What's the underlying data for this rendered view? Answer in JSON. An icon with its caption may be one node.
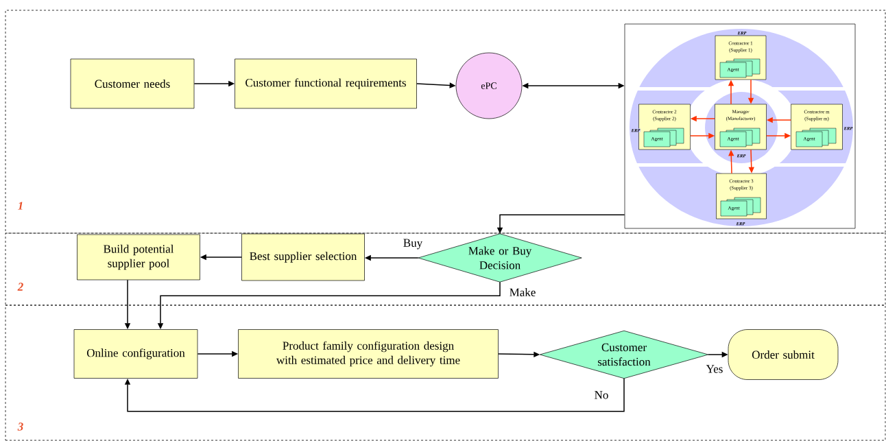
{
  "diagram": {
    "nodes": [
      {
        "text": [
          "1"
        ]
      },
      {
        "text": [
          "Customer needs"
        ],
        "in": 0
      },
      {
        "text": [
          "Customer functional requirements"
        ],
        "in": 0
      },
      {
        "text": [
          "ePC"
        ],
        "in": 0
      },
      {
        "text": [],
        "shape": "box",
        "in": 0
      },
      {
        "text": [
          "Contractor 1",
          "(Supplier 1)"
        ],
        "in": 4
      },
      {
        "text": [
          "Agent"
        ],
        "in": 5
      },
      {
        "text": [
          "Contractor 2",
          "(Supplier 2)"
        ],
        "in": 4
      },
      {
        "text": [
          "Agent"
        ],
        "in": 7
      },
      {
        "text": [
          "Manager",
          "(Manufacturer)"
        ],
        "in": 4
      },
      {
        "text": [
          "Agent"
        ],
        "in": 9
      },
      {
        "text": [
          "Contractor m",
          "(Supplier m)"
        ],
        "in": 4
      },
      {
        "text": [
          "Agent"
        ],
        "in": 11
      },
      {
        "text": [
          "Contractor 3",
          "(Supplier 3)"
        ],
        "in": 4
      },
      {
        "text": [
          "Agent"
        ],
        "in": 13
      },
      {
        "text": [
          "2"
        ]
      },
      {
        "text": [
          "Build potential supplier pool"
        ],
        "in": 15
      },
      {
        "text": [
          "Best supplier selection"
        ],
        "in": 15
      },
      {
        "text": [
          "Make or Buy Decision"
        ],
        "in": 15
      },
      {
        "text": [
          "3"
        ]
      },
      {
        "text": [
          "Online configuration"
        ],
        "in": 19
      },
      {
        "text": [
          "Product family configuration design with estimated price and delivery time"
        ],
        "in": 19
      },
      {
        "text": [
          "Customer satisfaction"
        ],
        "in": 19
      },
      {
        "text": [
          "Order submit"
        ],
        "in": 19
      }
    ],
    "edges": [
      {
        "from": 1,
        "to": 2,
        "arrow": "to"
      },
      {
        "from": 2,
        "to": 3,
        "arrow": "to"
      },
      {
        "from": 3,
        "to": 4,
        "arrow": "both"
      },
      {
        "from": 9,
        "to": 5,
        "arrow": "to",
        "color": "#ff3300"
      },
      {
        "from": 5,
        "to": 9,
        "arrow": "to",
        "color": "#ff3300"
      },
      {
        "from": 9,
        "to": 7,
        "arrow": "to",
        "color": "#ff3300"
      },
      {
        "from": 7,
        "to": 9,
        "arrow": "to",
        "color": "#ff3300"
      },
      {
        "from": 11,
        "to": 9,
        "arrow": "to",
        "color": "#ff3300"
      },
      {
        "from": 9,
        "to": 11,
        "arrow": "to",
        "color": "#ff3300"
      },
      {
        "from": 13,
        "to": 9,
        "arrow": "to",
        "color": "#ff3300"
      },
      {
        "from": 9,
        "to": 13,
        "arrow": "to",
        "color": "#ff3300"
      },
      {
        "from": 4,
        "to": 18,
        "arrow": "to"
      },
      {
        "from": 18,
        "to": 17,
        "arrow": "to",
        "label": "Buy"
      },
      {
        "from": 17,
        "to": 16,
        "arrow": "to"
      },
      {
        "from": 18,
        "to": 20,
        "arrow": "to",
        "label": "Make"
      },
      {
        "from": 16,
        "to": 20,
        "arrow": "to"
      },
      {
        "from": 20,
        "to": 21,
        "arrow": "to"
      },
      {
        "from": 21,
        "to": 22,
        "arrow": "to"
      },
      {
        "from": 22,
        "to": 23,
        "arrow": "to",
        "label": "Yes"
      },
      {
        "from": 22,
        "to": 20,
        "arrow": "to",
        "label": "No"
      }
    ],
    "labels": [
      "ERP",
      "ERP",
      "ERP",
      "ERP",
      "ERP"
    ]
  }
}
